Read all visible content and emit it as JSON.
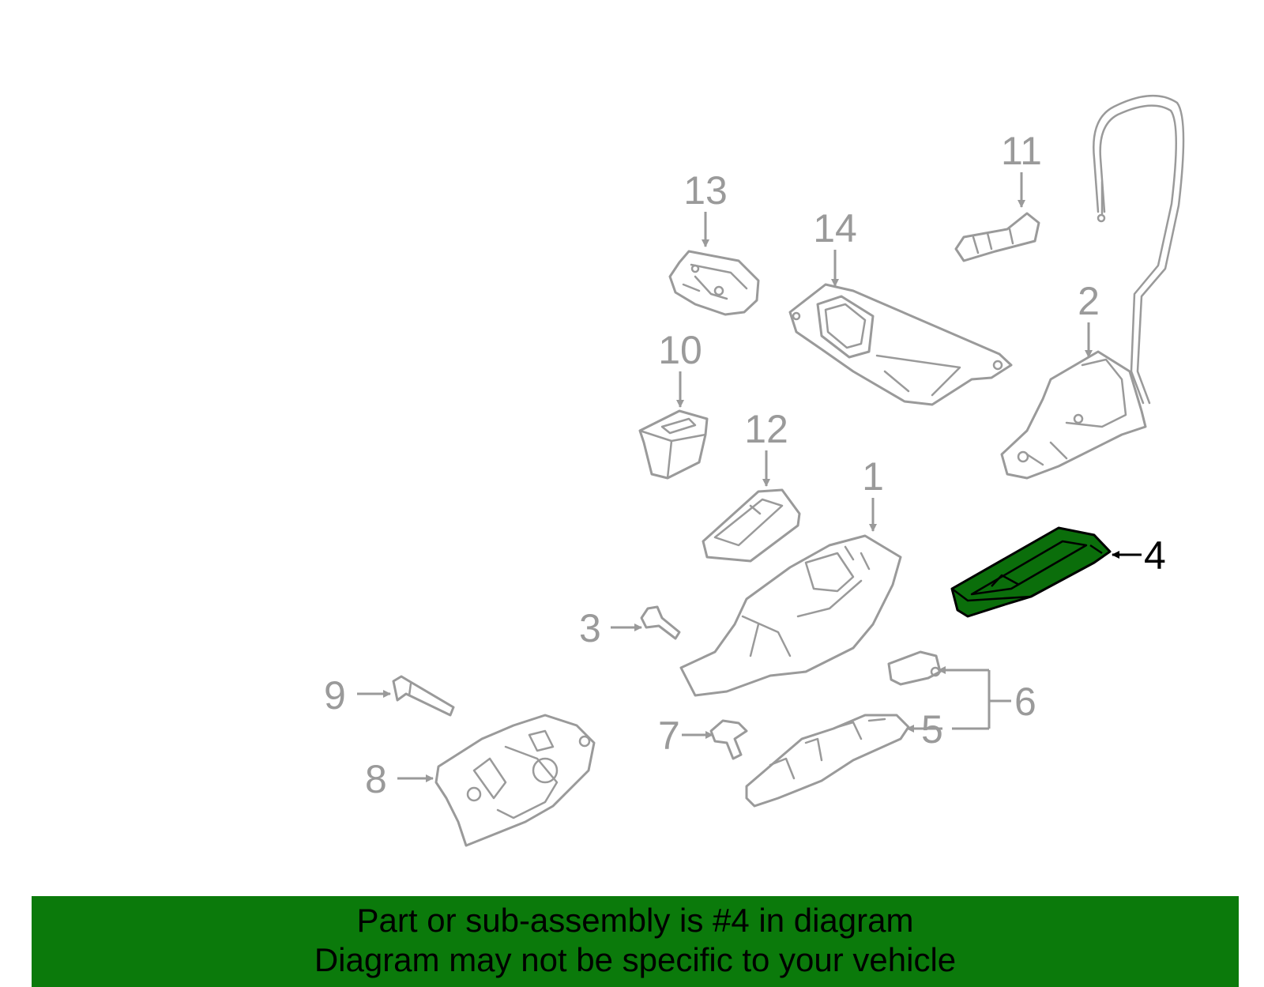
{
  "colors": {
    "part_outline": "#9a9a9a",
    "highlight_fill": "#0b6e0b",
    "banner": "#0b7a0b",
    "text": "#000000"
  },
  "highlighted_part": "4",
  "callouts": {
    "c1": "1",
    "c2": "2",
    "c3": "3",
    "c4": "4",
    "c5": "5",
    "c6": "6",
    "c7": "7",
    "c8": "8",
    "c9": "9",
    "c10": "10",
    "c11": "11",
    "c12": "12",
    "c13": "13",
    "c14": "14"
  },
  "caption": {
    "line1": "Part or sub-assembly is #4 in diagram",
    "line2": "Diagram may not be specific to your vehicle"
  }
}
